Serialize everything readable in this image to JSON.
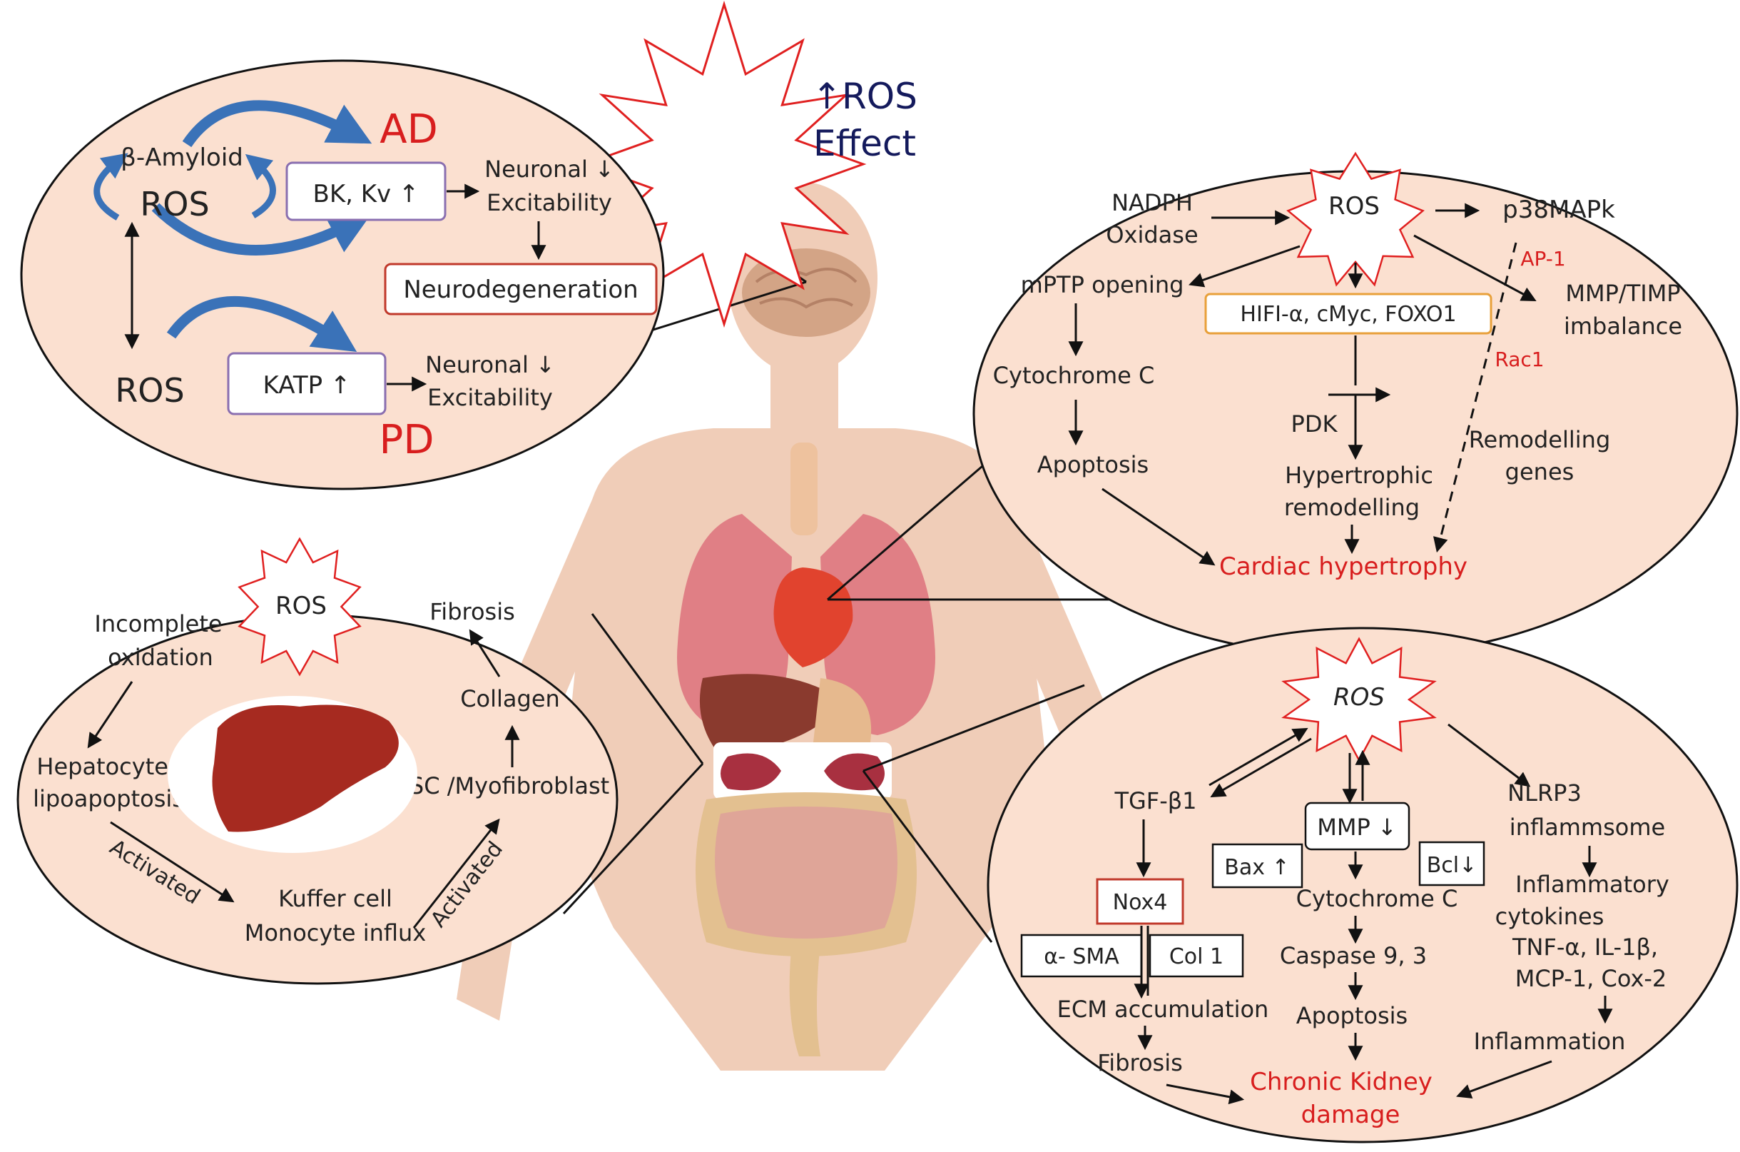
{
  "title": {
    "line1": "↑ROS",
    "line2": "Effect"
  },
  "brain_panel": {
    "beta_amyloid": "β-Amyloid",
    "ros_top": "ROS",
    "ros_bottom": "ROS",
    "ad": "AD",
    "pd": "PD",
    "bk_kv": "BK, Kv ↑",
    "katp": "KATP ↑",
    "neuronal_top_1": "Neuronal ↓",
    "neuronal_top_2": "Excitability",
    "neuronal_bottom_1": "Neuronal ↓",
    "neuronal_bottom_2": "Excitability",
    "neurodegeneration": "Neurodegeneration"
  },
  "heart_panel": {
    "nadph_1": "NADPH",
    "nadph_2": "Oxidase",
    "ros": "ROS",
    "p38": "p38MAPk",
    "ap1": "AP-1",
    "mmp_timp_1": "MMP/TIMP",
    "mmp_timp_2": "imbalance",
    "rac1": "Rac1",
    "mptp": "mPTP opening",
    "hifi": "HIFI-α, cMyc, FOXO1",
    "cytochrome": "Cytochrome C",
    "pdk": "PDK",
    "apoptosis": "Apoptosis",
    "hyper_1": "Hypertrophic",
    "hyper_2": "remodelling",
    "remod_1": "Remodelling",
    "remod_2": "genes",
    "cardiac": "Cardiac hypertrophy"
  },
  "liver_panel": {
    "ros": "ROS",
    "incomplete_1": "Incomplete",
    "incomplete_2": "oxidation",
    "hepato_1": "Hepatocytes",
    "hepato_2": "lipoapoptosis",
    "activated_left": "Activated",
    "activated_right": "Activated",
    "kuffer_1": "Kuffer cell",
    "kuffer_2": "Monocyte  influx",
    "hsc": "HSC /Myofibroblast",
    "collagen": "Collagen",
    "fibrosis": "Fibrosis"
  },
  "kidney_panel": {
    "ros": "ROS",
    "tgf": "TGF-β1",
    "mmp": "MMP ↓",
    "nlrp3_1": "NLRP3",
    "nlrp3_2": "inflammsome",
    "bax": "Bax ↑",
    "bcl": "Bcl↓",
    "nox4": "Nox4",
    "cytochrome": "Cytochrome C",
    "inflam_cyt_1": "Inflammatory",
    "inflam_cyt_2": "cytokines",
    "inflam_cyt_3": "TNF-α, IL-1β,",
    "inflam_cyt_4": "MCP-1, Cox-2",
    "asma": "α- SMA",
    "col1": "Col 1",
    "caspase": "Caspase 9, 3",
    "ecm": "ECM accumulation",
    "apoptosis": "Apoptosis",
    "inflammation": "Inflammation",
    "fibrosis": "Fibrosis",
    "ckd_1": "Chronic Kidney",
    "ckd_2": "damage"
  }
}
